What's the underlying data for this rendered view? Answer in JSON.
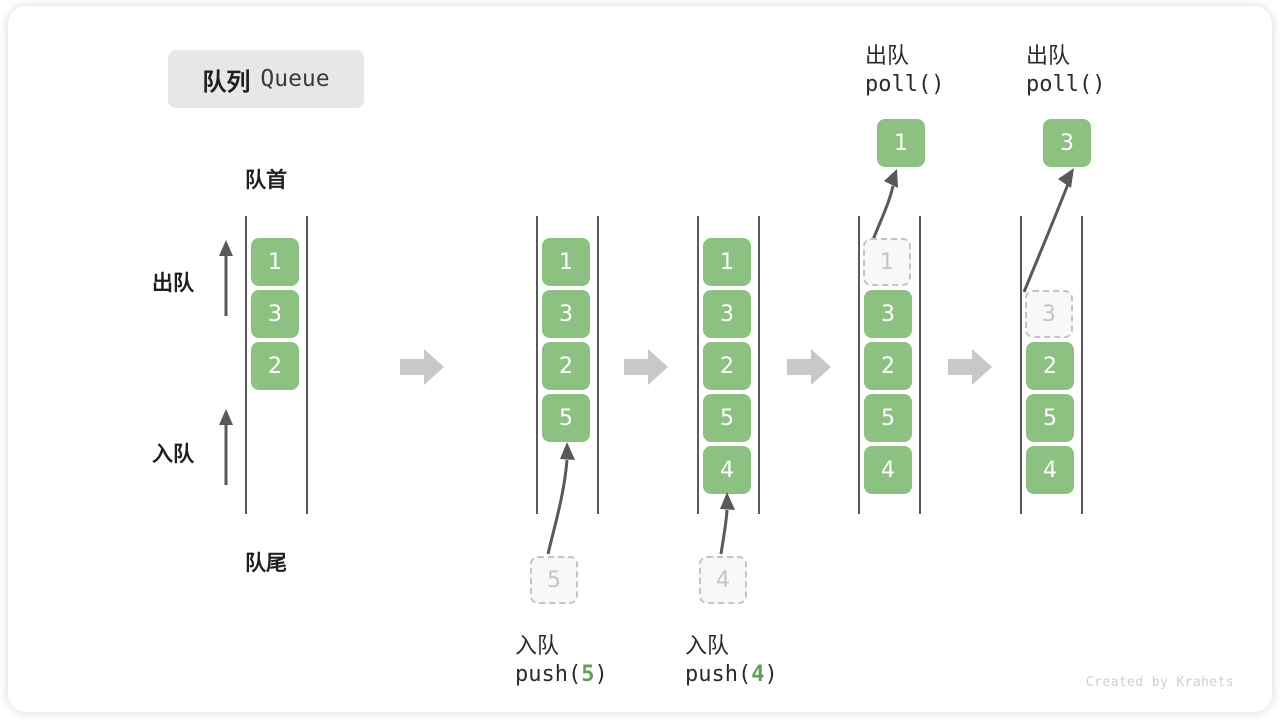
{
  "figure": {
    "title_cn": "队列",
    "title_en": "Queue",
    "watermark": "Created by Krahets",
    "head_label": "队首",
    "tail_label": "队尾",
    "dequeue_label": "出队",
    "enqueue_label": "入队",
    "colors": {
      "element_fill": "#8cc182",
      "element_text": "#ffffff",
      "ghost_border": "#c4c4c4",
      "ghost_text": "#c4c4c4",
      "rail": "#595959",
      "step_arrow": "#c8c8c8",
      "accent_green": "#5fa352",
      "chip_bg": "#e7e7e7"
    }
  },
  "columns": [
    {
      "id": "initial",
      "elements": [
        "1",
        "3",
        "2"
      ],
      "ghost_bottom": null,
      "ghost_top": null,
      "popped": null,
      "op_cn": null,
      "op_code": null,
      "op_arg": null
    },
    {
      "id": "after-push-5",
      "elements": [
        "1",
        "3",
        "2",
        "5"
      ],
      "ghost_bottom": "5",
      "ghost_top": null,
      "popped": null,
      "op_cn": "入队",
      "op_code": "push(",
      "op_arg": "5"
    },
    {
      "id": "after-push-4",
      "elements": [
        "1",
        "3",
        "2",
        "5",
        "4"
      ],
      "ghost_bottom": "4",
      "ghost_top": null,
      "popped": null,
      "op_cn": "入队",
      "op_code": "push(",
      "op_arg": "4"
    },
    {
      "id": "after-poll-1",
      "elements": [
        "3",
        "2",
        "5",
        "4"
      ],
      "ghost_bottom": null,
      "ghost_top": "1",
      "popped": "1",
      "op_cn": "出队",
      "op_code": "poll()",
      "op_arg": null
    },
    {
      "id": "after-poll-3",
      "elements": [
        "2",
        "5",
        "4"
      ],
      "ghost_bottom": null,
      "ghost_top": "3",
      "popped": "3",
      "op_cn": "出队",
      "op_code": "poll()",
      "op_arg": null
    }
  ]
}
